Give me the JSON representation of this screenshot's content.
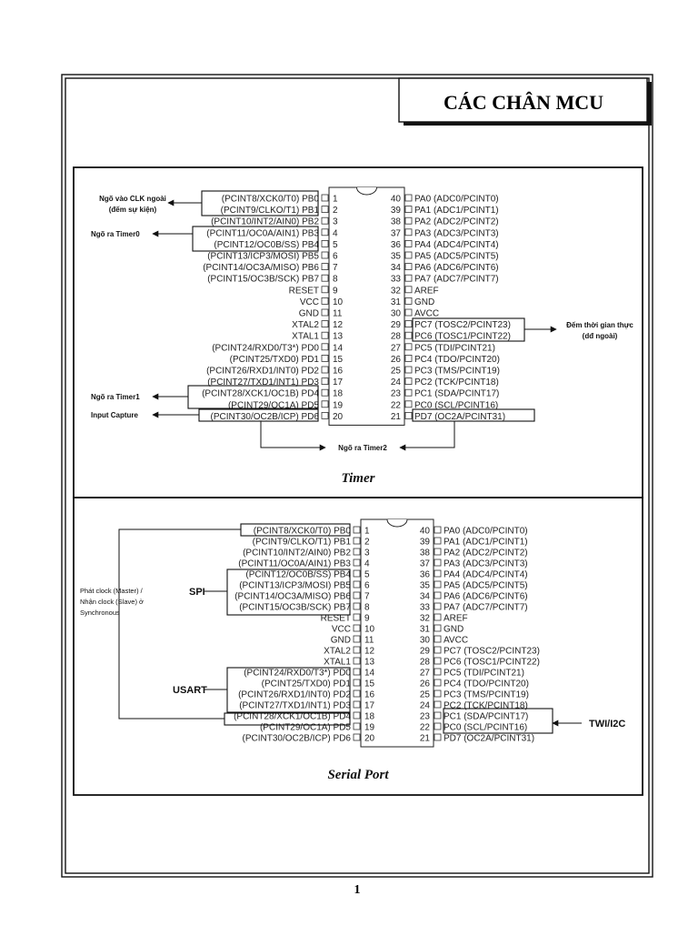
{
  "title": "CÁC CHÂN MCU",
  "page_number": "1",
  "left_pins": [
    {
      "num": "1",
      "label": "(PCINT8/XCK0/T0) PB0"
    },
    {
      "num": "2",
      "label": "(PCINT9/CLKO/T1) PB1"
    },
    {
      "num": "3",
      "label": "(PCINT10/INT2/AIN0) PB2"
    },
    {
      "num": "4",
      "label": "(PCINT11/OC0A/AIN1) PB3"
    },
    {
      "num": "5",
      "label": "(PCINT12/OC0B/SS) PB4"
    },
    {
      "num": "6",
      "label": "(PCINT13/ICP3/MOSI) PB5"
    },
    {
      "num": "7",
      "label": "(PCINT14/OC3A/MISO) PB6"
    },
    {
      "num": "8",
      "label": "(PCINT15/OC3B/SCK) PB7"
    },
    {
      "num": "9",
      "label": "RESET"
    },
    {
      "num": "10",
      "label": "VCC"
    },
    {
      "num": "11",
      "label": "GND"
    },
    {
      "num": "12",
      "label": "XTAL2"
    },
    {
      "num": "13",
      "label": "XTAL1"
    },
    {
      "num": "14",
      "label": "(PCINT24/RXD0/T3*) PD0"
    },
    {
      "num": "15",
      "label": "(PCINT25/TXD0) PD1"
    },
    {
      "num": "16",
      "label": "(PCINT26/RXD1/INT0) PD2"
    },
    {
      "num": "17",
      "label": "(PCINT27/TXD1/INT1) PD3"
    },
    {
      "num": "18",
      "label": "(PCINT28/XCK1/OC1B) PD4"
    },
    {
      "num": "19",
      "label": "(PCINT29/OC1A) PD5"
    },
    {
      "num": "20",
      "label": "(PCINT30/OC2B/ICP) PD6"
    }
  ],
  "right_pins": [
    {
      "num": "40",
      "label": "PA0 (ADC0/PCINT0)"
    },
    {
      "num": "39",
      "label": "PA1 (ADC1/PCINT1)"
    },
    {
      "num": "38",
      "label": "PA2 (ADC2/PCINT2)"
    },
    {
      "num": "37",
      "label": "PA3 (ADC3/PCINT3)"
    },
    {
      "num": "36",
      "label": "PA4 (ADC4/PCINT4)"
    },
    {
      "num": "35",
      "label": "PA5 (ADC5/PCINT5)"
    },
    {
      "num": "34",
      "label": "PA6 (ADC6/PCINT6)"
    },
    {
      "num": "33",
      "label": "PA7 (ADC7/PCINT7)"
    },
    {
      "num": "32",
      "label": "AREF"
    },
    {
      "num": "31",
      "label": "GND"
    },
    {
      "num": "30",
      "label": "AVCC"
    },
    {
      "num": "29",
      "label": "PC7 (TOSC2/PCINT23)"
    },
    {
      "num": "28",
      "label": "PC6 (TOSC1/PCINT22)"
    },
    {
      "num": "27",
      "label": "PC5 (TDI/PCINT21)"
    },
    {
      "num": "26",
      "label": "PC4 (TDO/PCINT20)"
    },
    {
      "num": "25",
      "label": "PC3 (TMS/PCINT19)"
    },
    {
      "num": "24",
      "label": "PC2 (TCK/PCINT18)"
    },
    {
      "num": "23",
      "label": "PC1 (SDA/PCINT17)"
    },
    {
      "num": "22",
      "label": "PC0 (SCL/PCINT16)"
    },
    {
      "num": "21",
      "label": "PD7 (OC2A/PCINT31)"
    }
  ],
  "timer": {
    "caption": "Timer",
    "clk_in_line1": "Ngõ vào CLK ngoài",
    "clk_in_line2": "(đếm sự kiện)",
    "timer0_out": "Ngõ ra Timer0",
    "timer1_out": "Ngõ ra Timer1",
    "input_capture": "Input Capture",
    "timer2_out": "Ngõ ra Timer2",
    "rtc_line1": "Đếm thời gian thực",
    "rtc_line2": "(dđ ngoài)"
  },
  "serial": {
    "caption": "Serial Port",
    "spi": "SPI",
    "usart": "USART",
    "twi": "TWI/I2C",
    "clock_line1": "Phát clock (Master) /",
    "clock_line2": "Nhận clock (Slave) ở",
    "clock_line3": "Synchronous"
  }
}
